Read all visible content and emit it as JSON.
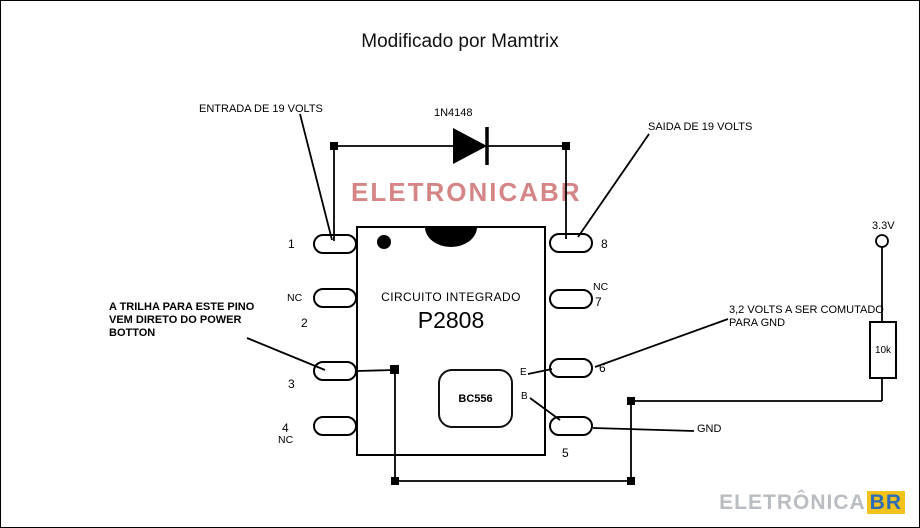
{
  "title": "Modificado por Mamtrix",
  "watermarks": {
    "center": "ELETRONICABR",
    "bottom_text": "ELETRÔNICA",
    "bottom_badge": "BR"
  },
  "annotations": {
    "entrada": "ENTRADA DE 19 VOLTS",
    "saida": "SAIDA DE 19 VOLTS",
    "diode": "1N4148",
    "trilha": [
      "A TRILHA PARA ESTE PINO",
      "VEM DIRETO DO POWER",
      "BOTTON"
    ],
    "comutado": [
      "3,2 VOLTS A SER COMUTADO",
      "PARA GND"
    ],
    "gnd": "GND",
    "supply": "3.3V",
    "resistor": "10k"
  },
  "ic": {
    "label": "CIRCUITO INTEGRADO",
    "part": "P2808",
    "pins": {
      "p1": "1",
      "p2": "2",
      "p3": "3",
      "p4": "4",
      "p5": "5",
      "p6": "6",
      "p7": "7",
      "p8": "8",
      "nc": "NC"
    }
  },
  "transistor": {
    "part": "BC556",
    "emitter": "E",
    "base": "B"
  },
  "colors": {
    "center_watermark": "#cb6767",
    "bottom_watermark_text": "#b9bdc1",
    "bottom_badge_bg": "#f2c21d",
    "bottom_badge_text": "#2e6db4",
    "wire": "#000000"
  }
}
